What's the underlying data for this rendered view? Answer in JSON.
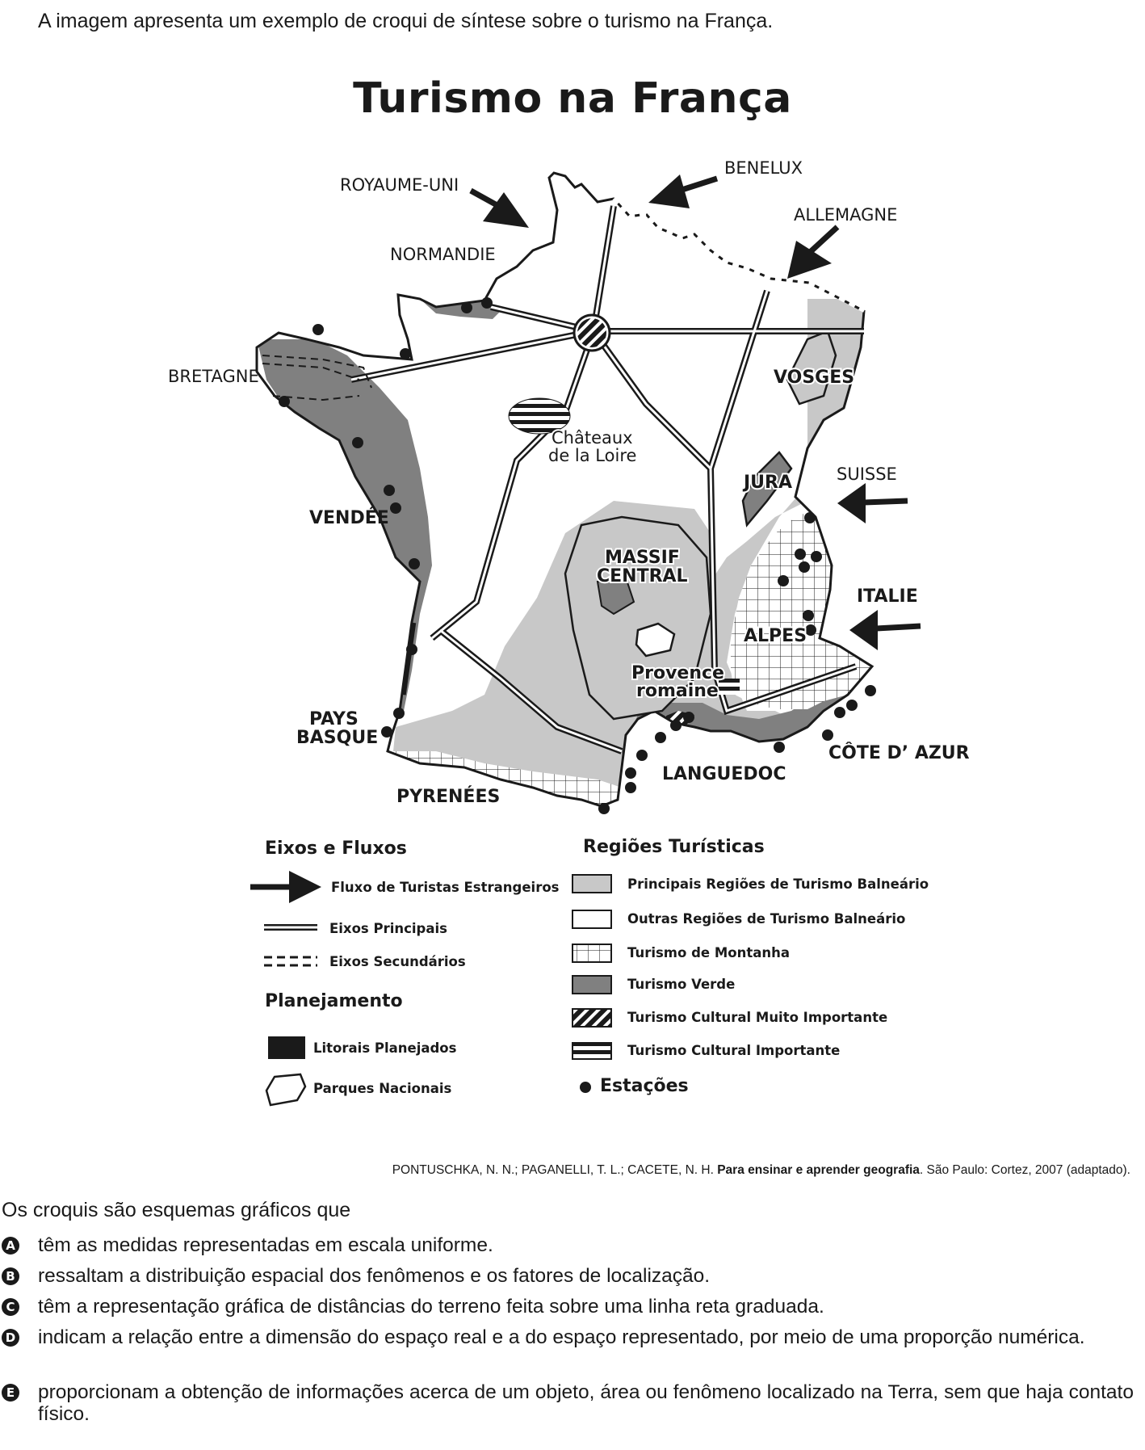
{
  "intro": "A imagem apresenta um exemplo de croqui de síntese sobre o turismo na França.",
  "map": {
    "title": "Turismo na França",
    "flows": [
      "ROYAUME-UNI",
      "BENELUX",
      "ALLEMAGNE",
      "SUISSE",
      "ITALIE"
    ],
    "places": {
      "normandie": "NORMANDIE",
      "bretagne": "BRETAGNE",
      "vendee": "VENDÉE",
      "pays_basque_1": "PAYS",
      "pays_basque_2": "BASQUE",
      "pyrenees": "PYRENÉES",
      "languedoc": "LANGUEDOC",
      "cote_azur": "CÔTE D’ AZUR",
      "alpes": "ALPES",
      "jura": "JURA",
      "vosges": "VOSGES",
      "massif_1": "MASSIF",
      "massif_2": "CENTRAL",
      "provence_1": "Provence",
      "provence_2": "romaine",
      "chateaux_1": "Châteaux",
      "chateaux_2": "de la Loire"
    },
    "legend": {
      "axes_title": "Eixos e Fluxos",
      "axes": [
        "Fluxo de Turistas Estrangeiros",
        "Eixos Principais",
        "Eixos Secundários"
      ],
      "planning_title": "Planejamento",
      "planning": [
        "Litorais Planejados",
        "Parques Nacionais"
      ],
      "regions_title": "Regiões Turísticas",
      "regions": [
        "Principais Regiões de Turismo Balneário",
        "Outras Regiões de Turismo Balneário",
        "Turismo de Montanha",
        "Turismo Verde",
        "Turismo Cultural Muito Importante",
        "Turismo Cultural Importante"
      ],
      "stations": "Estações"
    },
    "colors": {
      "light_gray": "#c8c8c8",
      "dark_gray": "#808080",
      "black": "#1a1a1a"
    }
  },
  "source": {
    "authors": "PONTUSCHKA, N. N.; PAGANELLI, T. L.; CACETE, N. H. ",
    "book": "Para ensinar e aprender geografia",
    "rest": ". São Paulo: Cortez, 2007 (adaptado)."
  },
  "question": "Os croquis são esquemas gráficos que",
  "options": [
    {
      "letter": "A",
      "text": "têm as medidas representadas em escala uniforme."
    },
    {
      "letter": "B",
      "text": "ressaltam a distribuição espacial dos fenômenos e os fatores de localização."
    },
    {
      "letter": "C",
      "text": "têm a representação gráfica de distâncias do terreno feita sobre uma linha reta graduada."
    },
    {
      "letter": "D",
      "text": "indicam a relação entre a dimensão do espaço real e a do espaço representado, por meio de uma proporção numérica."
    },
    {
      "letter": "E",
      "text": "proporcionam a obtenção de informações acerca de um objeto, área ou fenômeno localizado na Terra, sem que haja contato físico."
    }
  ]
}
